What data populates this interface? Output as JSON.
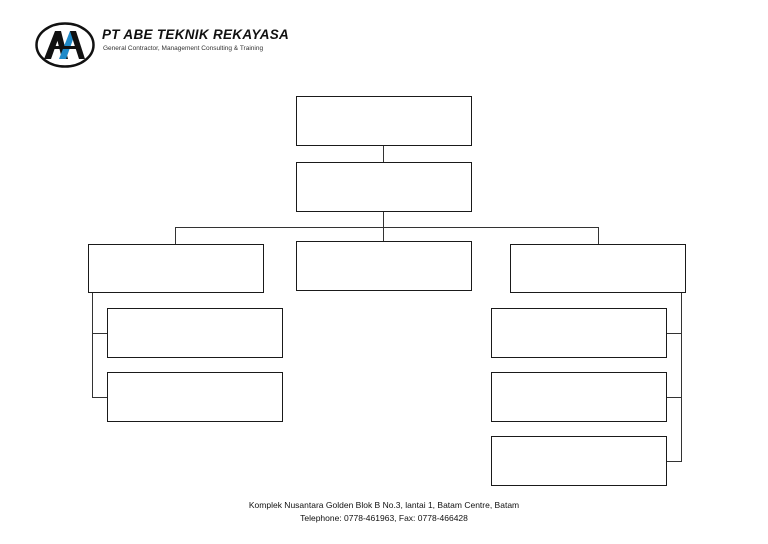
{
  "header": {
    "company_name": "PT ABE TEKNIK REKAYASA",
    "tagline": "General Contractor, Management Consulting & Training",
    "logo_icon": "abe-logo-icon",
    "logo_colors": {
      "outline": "#111111",
      "accent": "#1f8ac9"
    }
  },
  "org_chart": {
    "boxes": [
      {
        "id": "level-1",
        "label": ""
      },
      {
        "id": "level-2",
        "label": ""
      },
      {
        "id": "level-3-left",
        "label": ""
      },
      {
        "id": "level-3-center",
        "label": ""
      },
      {
        "id": "level-3-right",
        "label": ""
      },
      {
        "id": "left-sub-1",
        "label": ""
      },
      {
        "id": "left-sub-2",
        "label": ""
      },
      {
        "id": "right-sub-1",
        "label": ""
      },
      {
        "id": "right-sub-2",
        "label": ""
      },
      {
        "id": "right-sub-3",
        "label": ""
      }
    ]
  },
  "footer": {
    "address": "Komplek  Nusantara Golden Blok B No.3, lantai 1, Batam Centre, Batam",
    "contact": "Telephone: 0778-461963, Fax: 0778-466428"
  }
}
